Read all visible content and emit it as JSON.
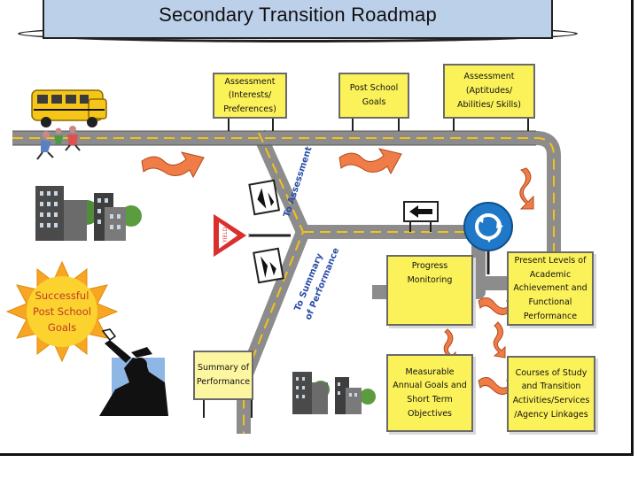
{
  "title": "Secondary Transition Roadmap",
  "signs": {
    "assessment_interests": [
      "Assessment",
      "(Interests/",
      "Preferences)"
    ],
    "post_school_goals": [
      "Post School",
      "Goals"
    ],
    "assessment_aptitudes": [
      "Assessment",
      "(Aptitudes/",
      "Abilities/ Skills)"
    ],
    "progress_monitoring": [
      "Progress",
      "Monitoring"
    ],
    "present_levels": [
      "Present Levels of",
      "Academic",
      "Achievement and",
      "Functional",
      "Performance"
    ],
    "summary_of_performance": [
      "Summary of",
      "Performance"
    ],
    "measurable_goals": [
      "Measurable",
      "Annual Goals and",
      "Short Term",
      "Objectives"
    ],
    "courses_of_study": [
      "Courses of Study",
      "and Transition",
      "Activities/Services",
      "/Agency Linkages"
    ]
  },
  "road_labels": {
    "to_assessment": "To Assessment",
    "to_summary": [
      "To Summary",
      "of Performance"
    ]
  },
  "sun": [
    "Successful",
    "Post School",
    "Goals"
  ],
  "yield_sign": "YIELD",
  "colors": {
    "sign_yellow": "#fbf25a",
    "road_gray": "#8c8c8c",
    "lane_yellow": "#f2c21b",
    "arrow_orange": "#f07d48",
    "sun_orange": "#f6a623",
    "title_blue": "#bcd0ea",
    "roundabout_blue": "#1f78c8"
  }
}
